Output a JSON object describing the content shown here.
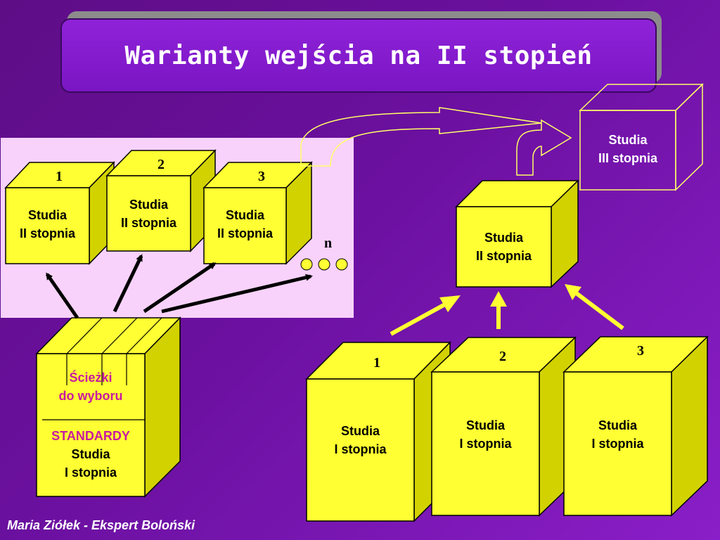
{
  "slide": {
    "title": "Warianty wejścia na II stopień",
    "footer": "Maria Ziółek - Ekspert Boloński"
  },
  "colors": {
    "cube_face": "#ffff33",
    "cube_side": "#d2d200",
    "pink_text": "#c81aa0",
    "panel": "#f8d2fa",
    "arrow_yellow": "#ffff33"
  },
  "left_group": {
    "cubes": [
      {
        "number": "1",
        "line1": "Studia",
        "line2": "II stopnia"
      },
      {
        "number": "2",
        "line1": "Studia",
        "line2": "II stopnia"
      },
      {
        "number": "3",
        "line1": "Studia",
        "line2": "II stopnia"
      }
    ],
    "more_label": "n",
    "paths_cube": {
      "paths_line1": "Ścieżki",
      "paths_line2": "do wyboru",
      "standards": "STANDARDY",
      "studia": "Studia",
      "stopnia": "I stopnia"
    }
  },
  "right_group": {
    "top_cube": {
      "line1": "Studia",
      "line2": "III stopnia"
    },
    "middle_cube": {
      "line1": "Studia",
      "line2": "II stopnia"
    },
    "bottom_cubes": [
      {
        "number": "1",
        "line1": "Studia",
        "line2": "I stopnia"
      },
      {
        "number": "2",
        "line1": "Studia",
        "line2": "I stopnia"
      },
      {
        "number": "3",
        "line1": "Studia",
        "line2": "I stopnia"
      }
    ]
  }
}
